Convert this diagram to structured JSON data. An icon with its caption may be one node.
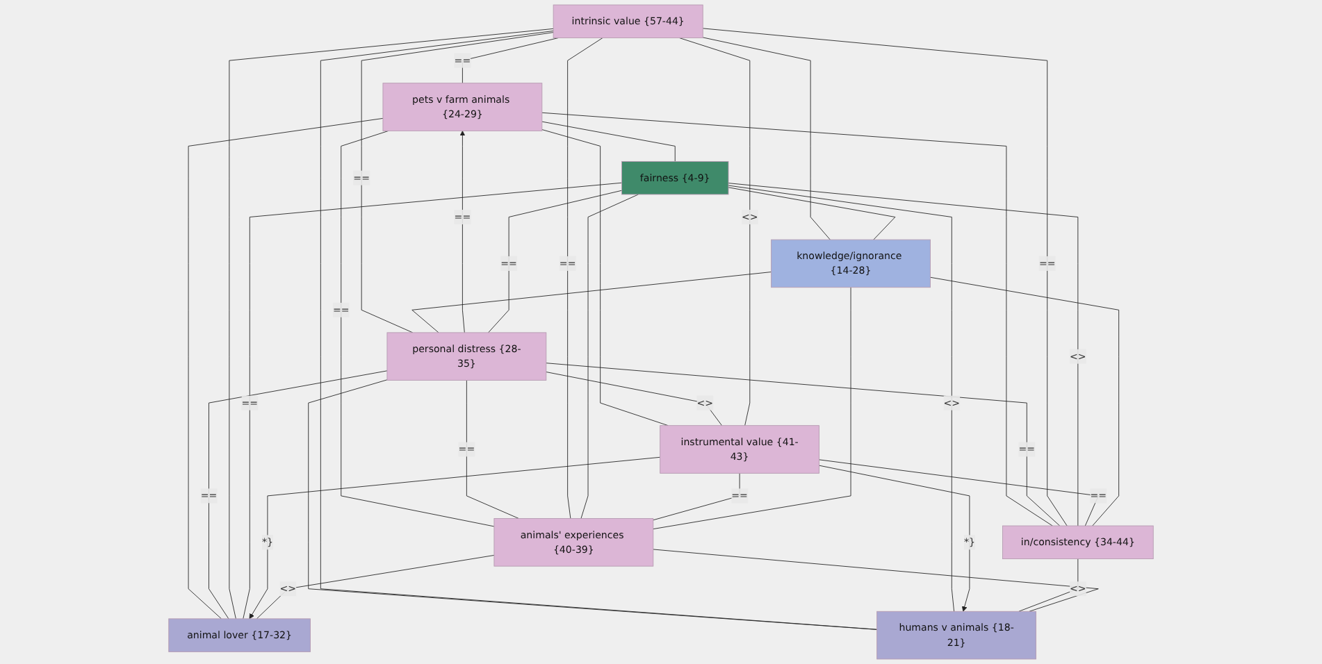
{
  "diagram": {
    "nodes": [
      {
        "text": [
          "pets v farm animals {24-29}"
        ]
      },
      {
        "text": [
          "personal distress {28-35}"
        ]
      },
      {
        "text": [
          "intrinsic value {57-44}"
        ]
      },
      {
        "text": [
          "animals' experiences {40-39}"
        ]
      },
      {
        "text": [
          "fairness {4-9}"
        ]
      },
      {
        "text": [
          "in/consistency {34-44}"
        ]
      },
      {
        "text": [
          "instrumental value {41-43}"
        ]
      },
      {
        "text": [
          "animal lover {17-32}"
        ]
      },
      {
        "text": [
          "knowledge/ignorance {14-28}"
        ]
      },
      {
        "text": [
          "humans v animals {18-21}"
        ]
      }
    ],
    "edges": [
      {
        "from": 1,
        "to": 0,
        "arrow": "to",
        "label": "=="
      },
      {
        "from": 2,
        "to": 0,
        "arrow": "none",
        "label": "=="
      },
      {
        "from": 2,
        "to": 1,
        "arrow": "none",
        "label": "=="
      },
      {
        "from": 0,
        "to": 3,
        "arrow": "none",
        "label": "=="
      },
      {
        "from": 1,
        "to": 3,
        "arrow": "none",
        "label": "=="
      },
      {
        "from": 2,
        "to": 3,
        "arrow": "none",
        "label": "=="
      },
      {
        "from": 0,
        "to": 4,
        "arrow": "none"
      },
      {
        "from": 0,
        "to": 6,
        "arrow": "none"
      },
      {
        "from": 0,
        "to": 5,
        "arrow": "none"
      },
      {
        "from": 0,
        "to": 7,
        "arrow": "none"
      },
      {
        "from": 1,
        "to": 4,
        "arrow": "none",
        "label": "=="
      },
      {
        "from": 1,
        "to": 6,
        "arrow": "none",
        "label": "<>"
      },
      {
        "from": 1,
        "to": 5,
        "arrow": "none",
        "label": "=="
      },
      {
        "from": 1,
        "to": 7,
        "arrow": "none",
        "label": "=="
      },
      {
        "from": 1,
        "to": 9,
        "arrow": "none"
      },
      {
        "from": 2,
        "to": 5,
        "arrow": "none",
        "label": "=="
      },
      {
        "from": 2,
        "to": 7,
        "arrow": "none"
      },
      {
        "from": 2,
        "to": 9,
        "arrow": "none"
      },
      {
        "from": 2,
        "to": 6,
        "arrow": "none",
        "label": "<>"
      },
      {
        "from": 2,
        "to": 8,
        "arrow": "none"
      },
      {
        "from": 4,
        "to": 3,
        "arrow": "none"
      },
      {
        "from": 4,
        "to": 5,
        "arrow": "none",
        "label": "<>"
      },
      {
        "from": 4,
        "to": 7,
        "arrow": "none",
        "label": "=="
      },
      {
        "from": 4,
        "to": 9,
        "arrow": "none",
        "label": "<>"
      },
      {
        "from": 4,
        "to": 8,
        "arrow": "none"
      },
      {
        "from": 6,
        "to": 7,
        "arrow": "to",
        "label": "*}"
      },
      {
        "from": 6,
        "to": 9,
        "arrow": "to",
        "label": "*}"
      },
      {
        "from": 6,
        "to": 3,
        "arrow": "none",
        "label": "=="
      },
      {
        "from": 6,
        "to": 5,
        "arrow": "none",
        "label": "=="
      },
      {
        "from": 8,
        "to": 3,
        "arrow": "none"
      },
      {
        "from": 8,
        "to": 5,
        "arrow": "none"
      },
      {
        "from": 8,
        "to": 1,
        "arrow": "none"
      },
      {
        "from": 3,
        "to": 7,
        "arrow": "none",
        "label": "<>"
      },
      {
        "from": 5,
        "to": 9,
        "arrow": "none",
        "label": "<>"
      },
      {
        "from": 3,
        "to": 9,
        "arrow": "none"
      }
    ]
  }
}
